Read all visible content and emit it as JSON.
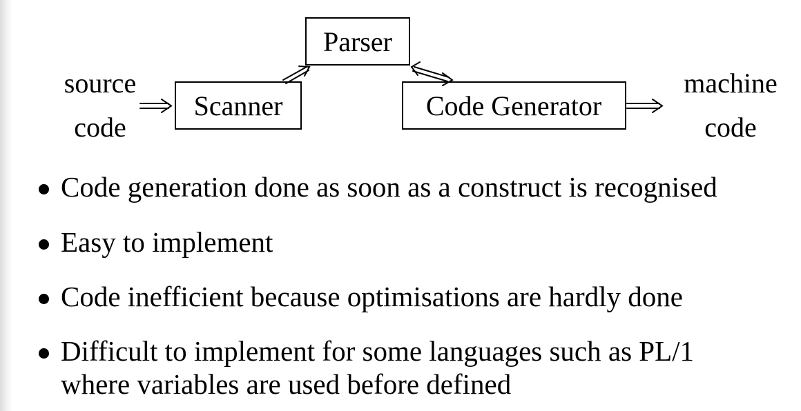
{
  "diagram": {
    "input_label": {
      "line1": "source",
      "line2": "code"
    },
    "output_label": {
      "line1": "machine",
      "line2": "code"
    },
    "nodes": {
      "parser": "Parser",
      "scanner": "Scanner",
      "code_generator": "Code Generator"
    }
  },
  "bullets": [
    {
      "lines": [
        "Code generation done as soon as a construct is recognised"
      ]
    },
    {
      "lines": [
        "Easy to implement"
      ]
    },
    {
      "lines": [
        "Code inefficient because optimisations are hardly done"
      ]
    },
    {
      "lines": [
        "Difficult to implement for some languages such as PL/1",
        "where variables are used before defined"
      ]
    }
  ]
}
